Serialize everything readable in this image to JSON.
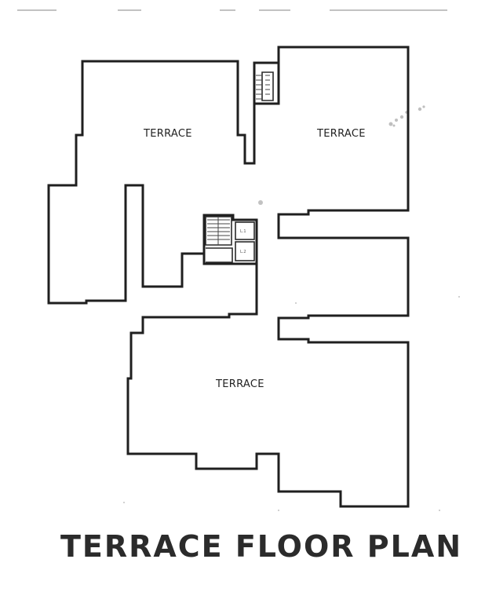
{
  "plan": {
    "title": "TERRACE FLOOR PLAN",
    "rooms": [
      {
        "id": "north-west",
        "label": "TERRACE"
      },
      {
        "id": "north-east",
        "label": "TERRACE"
      },
      {
        "id": "south",
        "label": "TERRACE"
      }
    ]
  },
  "colors": {
    "walls": "#1f1f1f",
    "text": "#2b2b2b",
    "background": "#ffffff"
  }
}
